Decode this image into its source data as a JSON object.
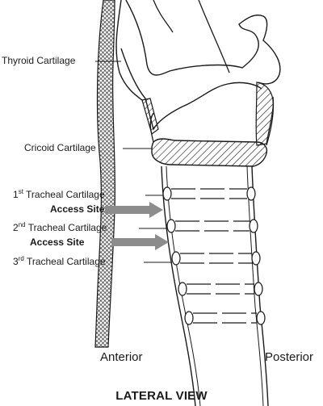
{
  "labels": {
    "thyroid": "Thyroid Cartilage",
    "cricoid": "Cricoid Cartilage",
    "tracheal1_num": "1",
    "tracheal1_sup": "st",
    "tracheal1_text": "Tracheal Cartilage",
    "access1": "Access Site",
    "tracheal2_num": "2",
    "tracheal2_sup": "nd",
    "tracheal2_text": "Tracheal Cartilage",
    "access2": "Access Site",
    "tracheal3_num": "3",
    "tracheal3_sup": "rd",
    "tracheal3_text": "Tracheal Cartilage",
    "anterior": "Anterior",
    "posterior": "Posterior"
  },
  "title": "LATERAL VIEW",
  "colors": {
    "line": "#1a1a1a",
    "arrow": "#8c8c8c",
    "background": "#ffffff"
  }
}
